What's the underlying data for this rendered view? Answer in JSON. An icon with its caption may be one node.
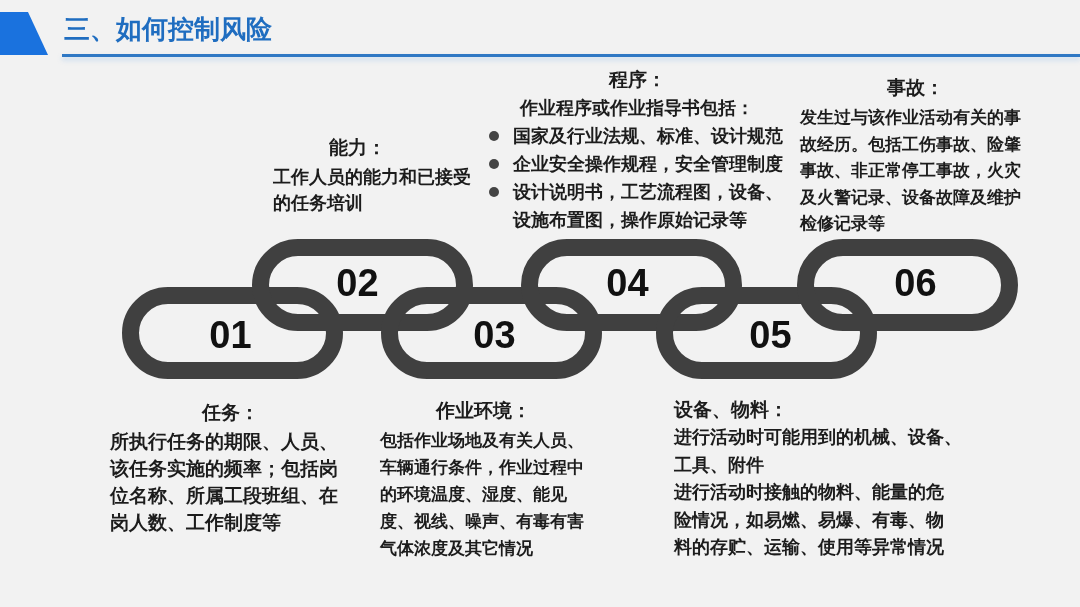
{
  "diagram": {
    "title": "三、如何控制风险",
    "nodes": [
      {
        "text": [
          "01"
        ],
        "beside": [
          "任务：",
          "所执行任务的期限、人员、该任务实施的频率；包括岗位名称、所属工段班组、在岗人数、工作制度等"
        ]
      },
      {
        "text": [
          "02"
        ],
        "beside": [
          "能力：",
          "工作人员的能力和已接受的任务培训"
        ]
      },
      {
        "text": [
          "03"
        ],
        "beside": [
          "作业环境：",
          "包括作业场地及有关人员、车辆通行条件，作业过程中的环境温度、湿度、能见度、视线、噪声、有毒有害气体浓度及其它情况"
        ]
      },
      {
        "text": [
          "04"
        ],
        "beside": [
          "程序：",
          "作业程序或作业指导书包括：",
          "国家及行业法规、标准、设计规范",
          "企业安全操作规程，安全管理制度",
          "设计说明书，工艺流程图，设备、设施布置图，操作原始记录等"
        ]
      },
      {
        "text": [
          "05"
        ],
        "beside": [
          "设备、物料：",
          "进行活动时可能用到的机械、设备、工具、附件",
          "进行活动时接触的物料、能量的危险情况，如易燃、易爆、有毒、物料的存贮、运输、使用等异常情况"
        ]
      },
      {
        "text": [
          "06"
        ],
        "beside": [
          "事故：",
          "发生过与该作业活动有关的事故经历。包括工伤事故、险肇事故、非正常停工事故，火灾及火警记录、设备故障及维护检修记录等"
        ]
      }
    ]
  }
}
